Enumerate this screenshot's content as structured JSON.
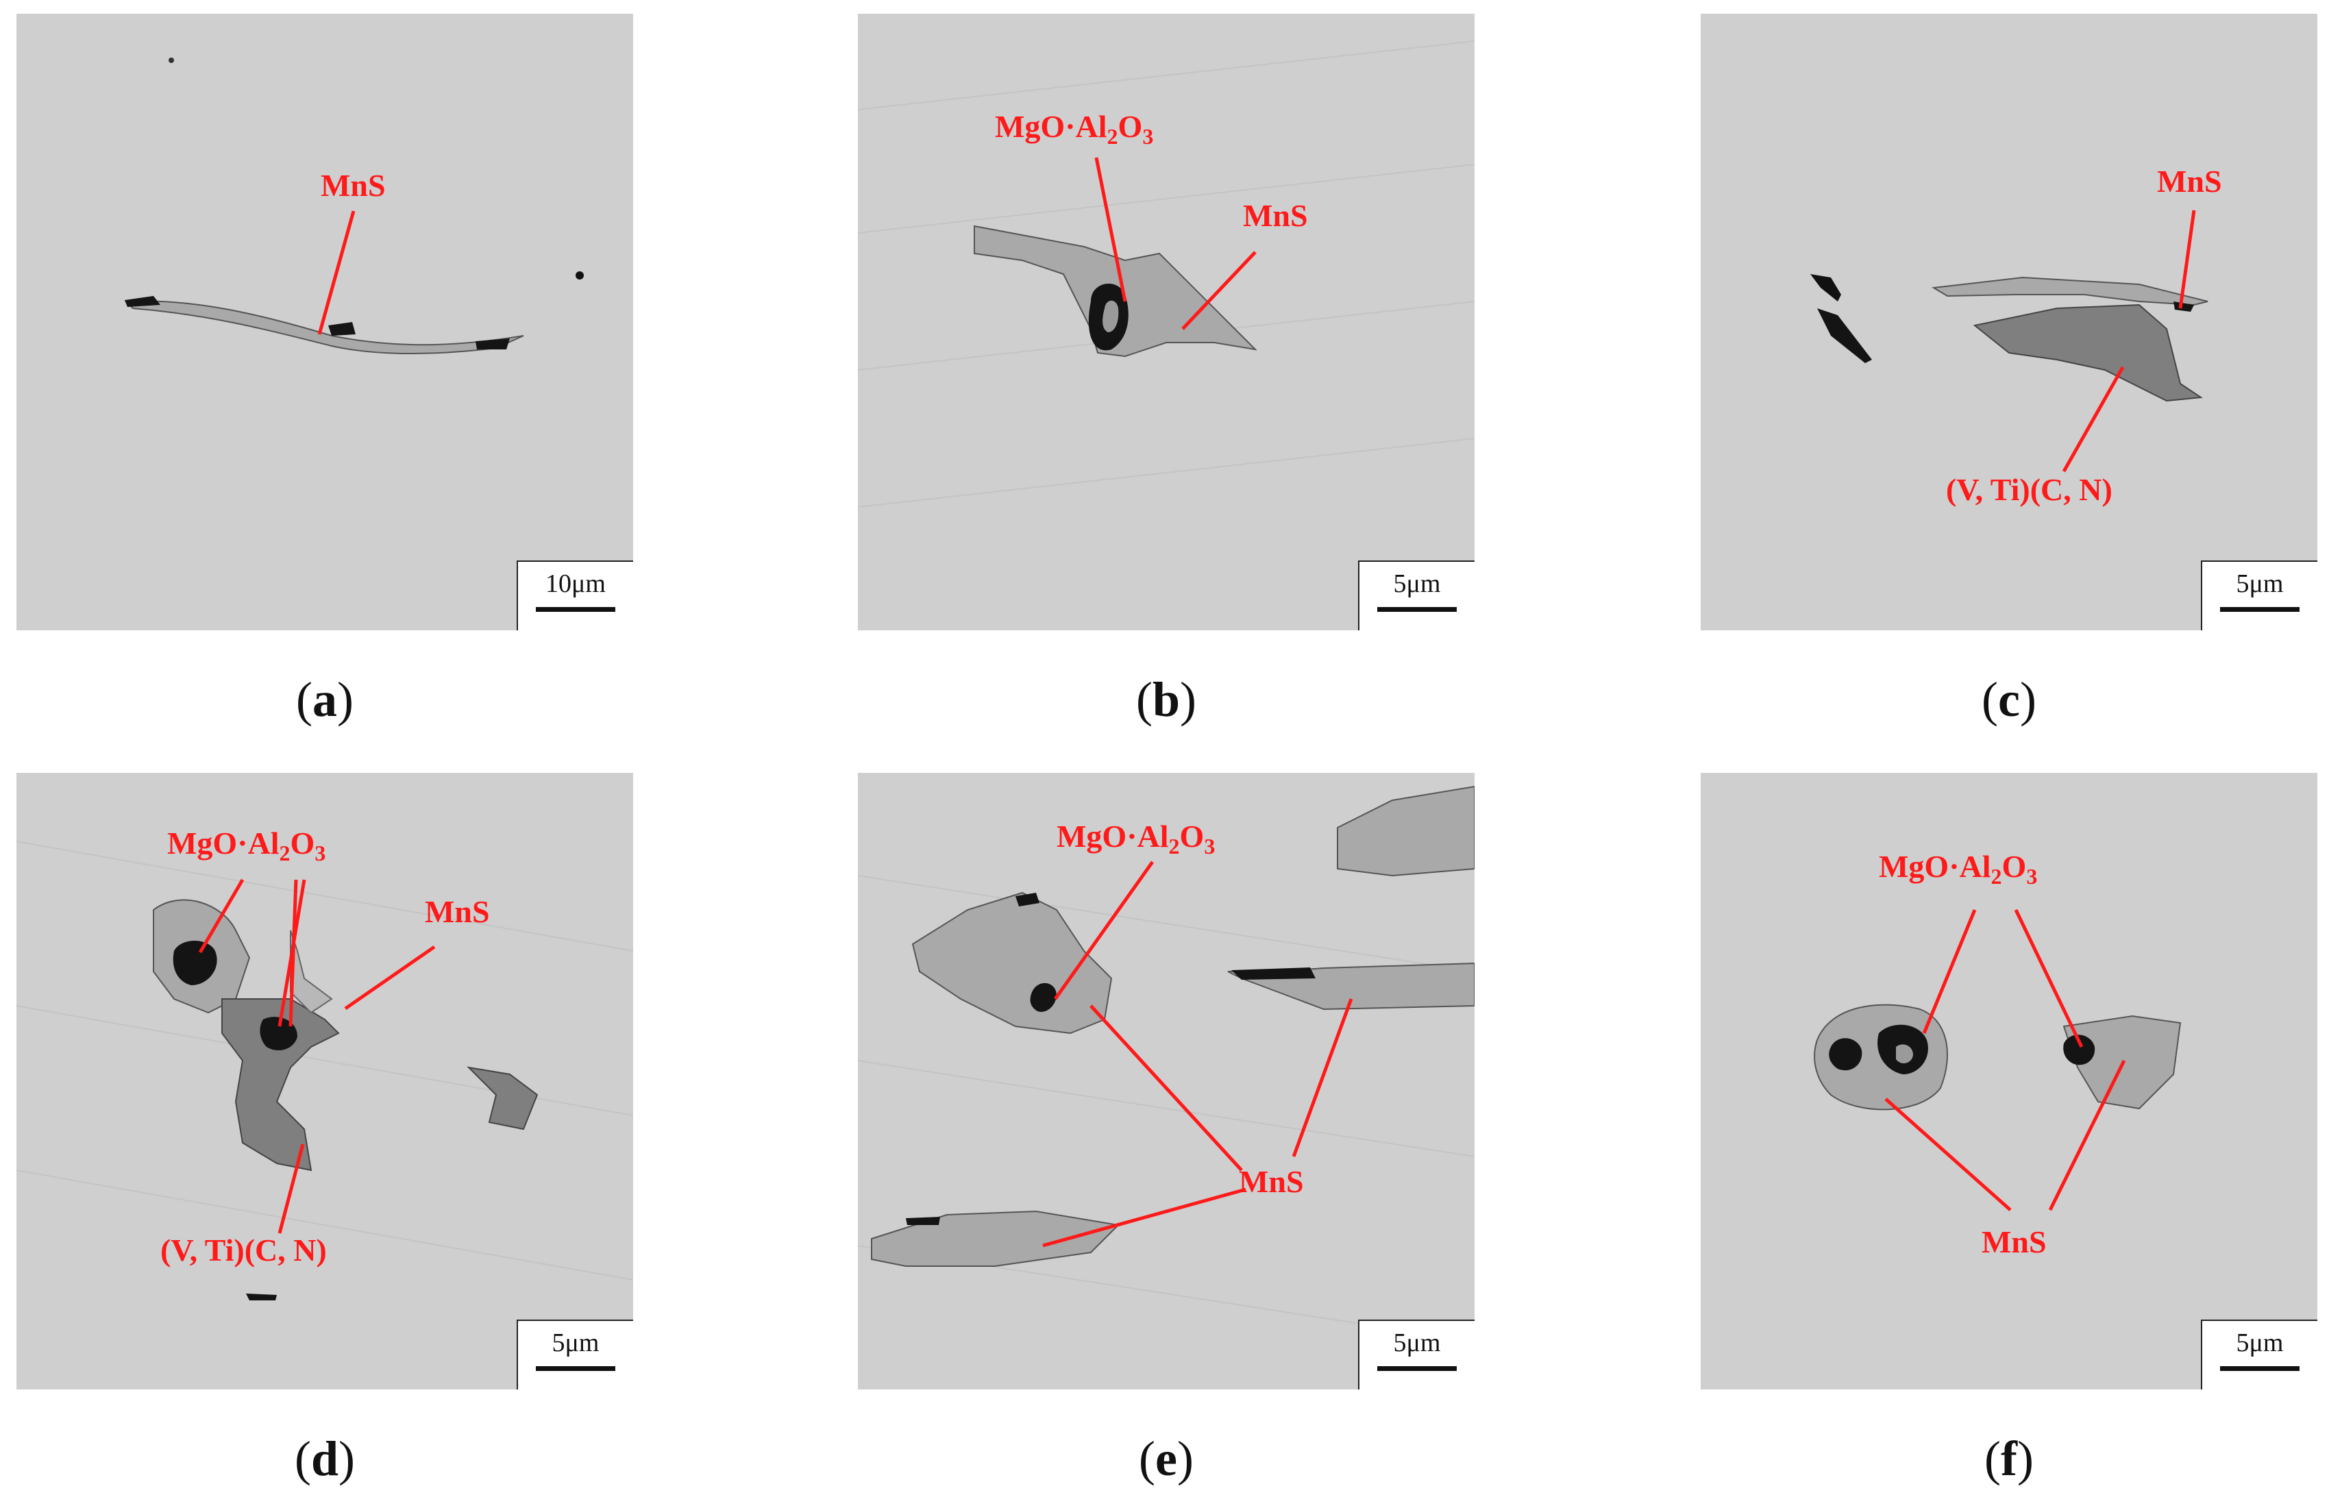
{
  "panels": [
    {
      "id": "a",
      "caption_letter": "a",
      "scale": "10μm",
      "labels": [
        "MnS"
      ]
    },
    {
      "id": "b",
      "caption_letter": "b",
      "scale": "5μm",
      "labels": [
        "MgO·Al",
        "2",
        "O",
        "3",
        "MnS"
      ]
    },
    {
      "id": "c",
      "caption_letter": "c",
      "scale": "5μm",
      "labels": [
        "MnS",
        "(V, Ti)(C, N)"
      ]
    },
    {
      "id": "d",
      "caption_letter": "d",
      "scale": "5μm",
      "labels": [
        "MgO·Al",
        "2",
        "O",
        "3",
        "MnS",
        "(V, Ti)(C, N)"
      ]
    },
    {
      "id": "e",
      "caption_letter": "e",
      "scale": "5μm",
      "labels": [
        "MgO·Al",
        "2",
        "O",
        "3",
        "MnS"
      ]
    },
    {
      "id": "f",
      "caption_letter": "f",
      "scale": "5μm",
      "labels": [
        "MgO·Al",
        "2",
        "O",
        "3",
        "MnS"
      ]
    }
  ],
  "colors": {
    "annotation": "#ff1a1a",
    "matrix": "#cfcfcf",
    "mns": "#a9a9a9",
    "carbonitride": "#7f7f7f",
    "oxide": "#141414"
  }
}
